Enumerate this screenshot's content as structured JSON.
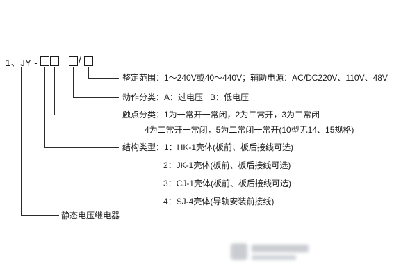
{
  "model": {
    "prefix": "1、JY -",
    "slash": "/"
  },
  "labels": {
    "setting_range": "整定范围：1～240V或40～440V；辅助电源：AC/DC220V、110V、48V",
    "action_class": "动作分类：A：过电压   B：低电压",
    "contact_class_line1": "触点分类：1为一常开一常闭，2为二常开，3为二常闭",
    "contact_class_line2": "4为二常开一常闭，5为二常闭一常开(10型无14、15规格)",
    "structure_line1": "结构类型：1：HK-1壳体(板前、板后接线可选)",
    "structure_line2": "2：JK-1壳体(板前、板后接线可选)",
    "structure_line3": "3：CJ-1壳体(板前、板后接线可选)",
    "structure_line4": "4：SJ-4壳体(导轨安装前接线)",
    "device_name": "静态电压继电器"
  }
}
